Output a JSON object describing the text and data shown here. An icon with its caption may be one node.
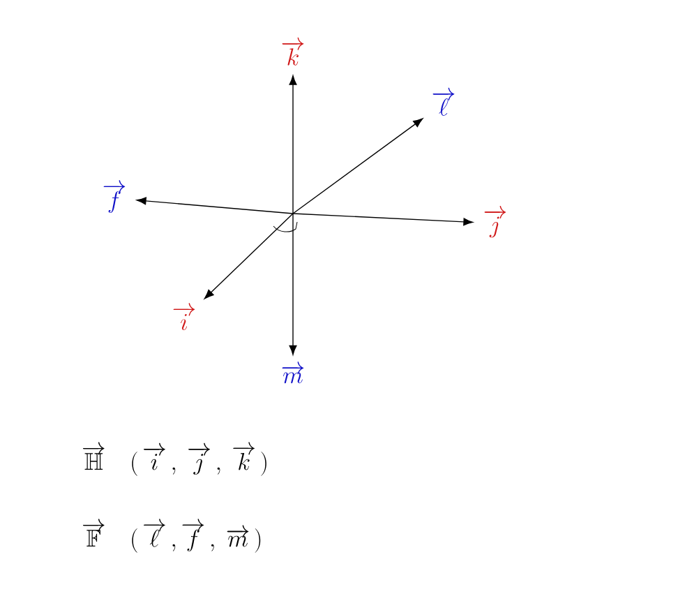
{
  "diagram": {
    "nodes": [
      {
        "text": [
          "\\overrightarrow{k}"
        ]
      },
      {
        "text": [
          "\\overrightarrow{\\ell}"
        ]
      },
      {
        "text": [
          "\\overrightarrow{f}"
        ]
      },
      {
        "text": [
          "\\overrightarrow{j}"
        ]
      },
      {
        "text": [
          "\\overrightarrow{i}"
        ]
      },
      {
        "text": [
          "\\overrightarrow{m}"
        ]
      }
    ],
    "edges": [
      {
        "from": null,
        "to": 0,
        "arrow": "to"
      },
      {
        "from": null,
        "to": 1,
        "arrow": "to"
      },
      {
        "from": null,
        "to": 2,
        "arrow": "to"
      },
      {
        "from": null,
        "to": 3,
        "arrow": "to"
      },
      {
        "from": null,
        "to": 4,
        "arrow": "to"
      },
      {
        "from": null,
        "to": 5,
        "arrow": "to"
      }
    ],
    "labels": [
      "\\overrightarrow{\\mathbb{H}}\\quad (\\,\\overrightarrow{i}\\,,\\ \\overrightarrow{j}\\,,\\ \\overrightarrow{k}\\,)",
      "\\overrightarrow{\\mathbb{F}}\\quad (\\,\\overrightarrow{\\ell}\\,,\\overrightarrow{f}\\,,\\ \\overrightarrow{m}\\,)"
    ]
  }
}
